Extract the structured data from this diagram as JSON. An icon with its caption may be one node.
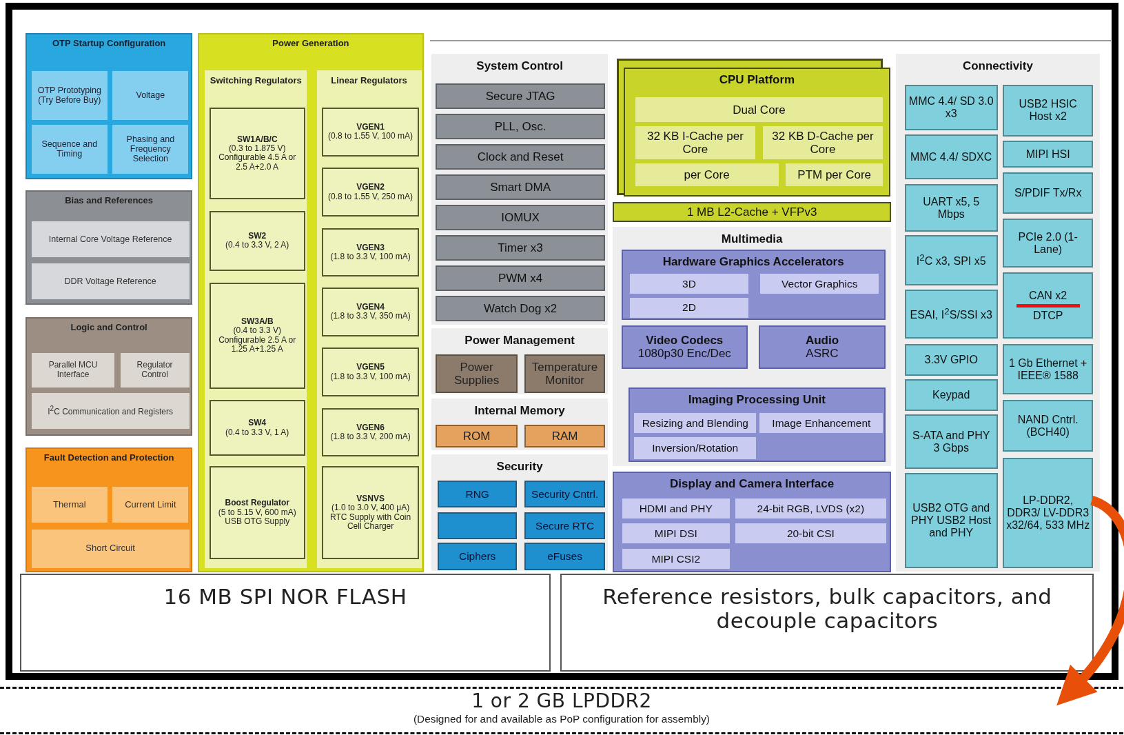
{
  "diagram": {
    "nodes": [
      {
        "text": [
          "OTP Startup Configuration"
        ]
      },
      {
        "text": [
          "OTP Prototyping (Try Before Buy)"
        ],
        "in": 0
      },
      {
        "text": [
          "Voltage"
        ],
        "in": 0
      },
      {
        "text": [
          "Sequence and Timing"
        ],
        "in": 0
      },
      {
        "text": [
          "Phasing and Frequency Selection"
        ],
        "in": 0
      },
      {
        "text": [
          "Bias and References"
        ]
      },
      {
        "text": [
          "Internal Core Voltage Reference"
        ],
        "in": 5
      },
      {
        "text": [
          "DDR Voltage Reference"
        ],
        "in": 5
      },
      {
        "text": [
          "Logic and Control"
        ]
      },
      {
        "text": [
          "Parallel MCU Interface"
        ],
        "in": 8
      },
      {
        "text": [
          "Regulator Control"
        ],
        "in": 8
      },
      {
        "text": [
          "I$^{2}$C Communication and Registers"
        ],
        "in": 8
      },
      {
        "text": [
          "Fault Detection and Protection"
        ]
      },
      {
        "text": [
          "Thermal"
        ],
        "in": 12
      },
      {
        "text": [
          "Current Limit"
        ],
        "in": 12
      },
      {
        "text": [
          "Short Circuit"
        ],
        "in": 12
      },
      {
        "text": [
          "Power Generation"
        ]
      },
      {
        "text": [
          "Switching Regulators"
        ],
        "in": 16
      },
      {
        "text": [
          "SW1A/B/C",
          "(0.3 to 1.875 V) Configurable 4.5 A or 2.5 A+2.0 A"
        ],
        "in": 17
      },
      {
        "text": [
          "SW2",
          "(0.4 to 3.3 V, 2 A)"
        ],
        "in": 17
      },
      {
        "text": [
          "SW3A/B",
          "(0.4 to 3.3 V) Configurable 2.5 A or 1.25 A+1.25 A"
        ],
        "in": 17
      },
      {
        "text": [
          "SW4",
          "(0.4 to 3.3 V, 1 A)"
        ],
        "in": 17
      },
      {
        "text": [
          "Boost Regulator",
          "(5 to 5.15 V, 600 mA) USB OTG Supply"
        ],
        "in": 17
      },
      {
        "text": [
          "Linear Regulators"
        ],
        "in": 16
      },
      {
        "text": [
          "VGEN1",
          "(0.8 to 1.55 V, 100 mA)"
        ],
        "in": 23
      },
      {
        "text": [
          "VGEN2",
          "(0.8 to 1.55 V, 250 mA)"
        ],
        "in": 23
      },
      {
        "text": [
          "VGEN3",
          "(1.8 to 3.3 V, 100 mA)"
        ],
        "in": 23
      },
      {
        "text": [
          "VGEN4",
          "(1.8 to 3.3 V, 350 mA)"
        ],
        "in": 23
      },
      {
        "text": [
          "VGEN5",
          "(1.8 to 3.3 V, 100 mA)"
        ],
        "in": 23
      },
      {
        "text": [
          "VGEN6",
          "(1.8 to 3.3 V, 200 mA)"
        ],
        "in": 23
      },
      {
        "text": [
          "VSNVS",
          "(1.0 to 3.0 V, 400 μA) RTC Supply with Coin Cell Charger"
        ],
        "in": 23
      },
      {
        "text": [
          "System Control"
        ]
      },
      {
        "text": [
          "Secure JTAG"
        ],
        "in": 31
      },
      {
        "text": [
          "PLL, Osc."
        ],
        "in": 31
      },
      {
        "text": [
          "Clock and Reset"
        ],
        "in": 31
      },
      {
        "text": [
          "Smart DMA"
        ],
        "in": 31
      },
      {
        "text": [
          "IOMUX"
        ],
        "in": 31
      },
      {
        "text": [
          "Timer x3"
        ],
        "in": 31
      },
      {
        "text": [
          "PWM x4"
        ],
        "in": 31
      },
      {
        "text": [
          "Watch Dog x2"
        ],
        "in": 31
      },
      {
        "text": [
          "Power Management"
        ]
      },
      {
        "text": [
          "Power Supplies"
        ],
        "in": 40
      },
      {
        "text": [
          "Temperature Monitor"
        ],
        "in": 40
      },
      {
        "text": [
          "Internal Memory"
        ]
      },
      {
        "text": [
          "ROM"
        ],
        "in": 43
      },
      {
        "text": [
          "RAM"
        ],
        "in": 43
      },
      {
        "text": [
          "Security"
        ]
      },
      {
        "text": [
          "RNG"
        ],
        "in": 46
      },
      {
        "text": [
          "Security Cntrl."
        ],
        "in": 46
      },
      {
        "text": [],
        "shape": "box",
        "in": 46
      },
      {
        "text": [
          "Secure RTC"
        ],
        "in": 46
      },
      {
        "text": [
          "Ciphers"
        ],
        "in": 46
      },
      {
        "text": [
          "eFuses"
        ],
        "in": 46
      },
      {
        "text": [
          "CPU Platform"
        ]
      },
      {
        "text": [
          "Dual Core"
        ],
        "in": 53
      },
      {
        "text": [
          "32 KB I-Cache per Core"
        ],
        "in": 53
      },
      {
        "text": [
          "32 KB D-Cache per Core"
        ],
        "in": 53
      },
      {
        "text": [
          "per Core"
        ],
        "in": 53
      },
      {
        "text": [
          "PTM per Core"
        ],
        "in": 53
      },
      {
        "text": [
          "1 MB L2-Cache + VFPv3"
        ]
      },
      {
        "text": [
          "Multimedia"
        ]
      },
      {
        "text": [
          "Hardware Graphics Accelerators"
        ],
        "in": 60
      },
      {
        "text": [
          "3D"
        ],
        "in": 61
      },
      {
        "text": [
          "Vector Graphics"
        ],
        "in": 61
      },
      {
        "text": [
          "2D"
        ],
        "in": 61
      },
      {
        "text": [
          "Video Codecs",
          "1080p30 Enc/Dec"
        ],
        "in": 60
      },
      {
        "text": [
          "Audio",
          "ASRC"
        ],
        "in": 60
      },
      {
        "text": [
          "Imaging Processing Unit"
        ],
        "in": 60
      },
      {
        "text": [
          "Resizing and Blending"
        ],
        "in": 67
      },
      {
        "text": [
          "Image Enhancement"
        ],
        "in": 67
      },
      {
        "text": [
          "Inversion/Rotation"
        ],
        "in": 67
      },
      {
        "text": [
          "Display and Camera Interface"
        ]
      },
      {
        "text": [
          "HDMI and PHY"
        ],
        "in": 71
      },
      {
        "text": [
          "24-bit RGB, LVDS (x2)"
        ],
        "in": 71
      },
      {
        "text": [
          "MIPI DSI"
        ],
        "in": 71
      },
      {
        "text": [
          "20-bit CSI"
        ],
        "in": 71
      },
      {
        "text": [
          "MIPI CSI2"
        ],
        "in": 71
      },
      {
        "text": [
          "Connectivity"
        ]
      },
      {
        "text": [
          "MMC 4.4/ SD 3.0 x3"
        ],
        "in": 77
      },
      {
        "text": [
          "USB2 HSIC Host x2"
        ],
        "in": 77
      },
      {
        "text": [
          "MMC 4.4/ SDXC"
        ],
        "in": 77
      },
      {
        "text": [
          "MIPI HSI"
        ],
        "in": 77
      },
      {
        "text": [
          "UART x5, 5 Mbps"
        ],
        "in": 77
      },
      {
        "text": [
          "S/PDIF Tx/Rx"
        ],
        "in": 77
      },
      {
        "text": [
          "PCIe 2.0 (1-Lane)"
        ],
        "in": 77
      },
      {
        "text": [
          "I$^{2}$C x3, SPI x5"
        ],
        "in": 77
      },
      {
        "text": [
          "CAN x2",
          "DTCP"
        ],
        "in": 77
      },
      {
        "text": [
          "ESAI, I$^{2}$S/SSI x3"
        ],
        "in": 77
      },
      {
        "text": [
          "3.3V GPIO"
        ],
        "in": 77
      },
      {
        "text": [
          "1 Gb Ethernet + IEEE® 1588"
        ],
        "in": 77
      },
      {
        "text": [
          "Keypad"
        ],
        "in": 77
      },
      {
        "text": [
          "NAND Cntrl. (BCH40)"
        ],
        "in": 77
      },
      {
        "text": [
          "S-ATA and PHY 3 Gbps"
        ],
        "in": 77
      },
      {
        "text": [
          "USB2 OTG and PHY USB2 Host and PHY"
        ],
        "in": 77
      },
      {
        "text": [
          "LP-DDR2, DDR3/ LV-DDR3 x32/64, 533 MHz"
        ],
        "in": 77
      },
      {
        "text": [
          "16 MB SPI NOR FLASH"
        ]
      },
      {
        "text": [
          "Reference resistors, bulk capacitors, and decouple capacitors"
        ]
      },
      {
        "text": [
          "1 or 2 GB LPDDR2",
          "(Designed for and available as PoP configuration for assembly)"
        ]
      }
    ],
    "edges": [
      {
        "from": 94,
        "to": 97,
        "arrow": "to",
        "color": "#e8500a"
      }
    ]
  }
}
